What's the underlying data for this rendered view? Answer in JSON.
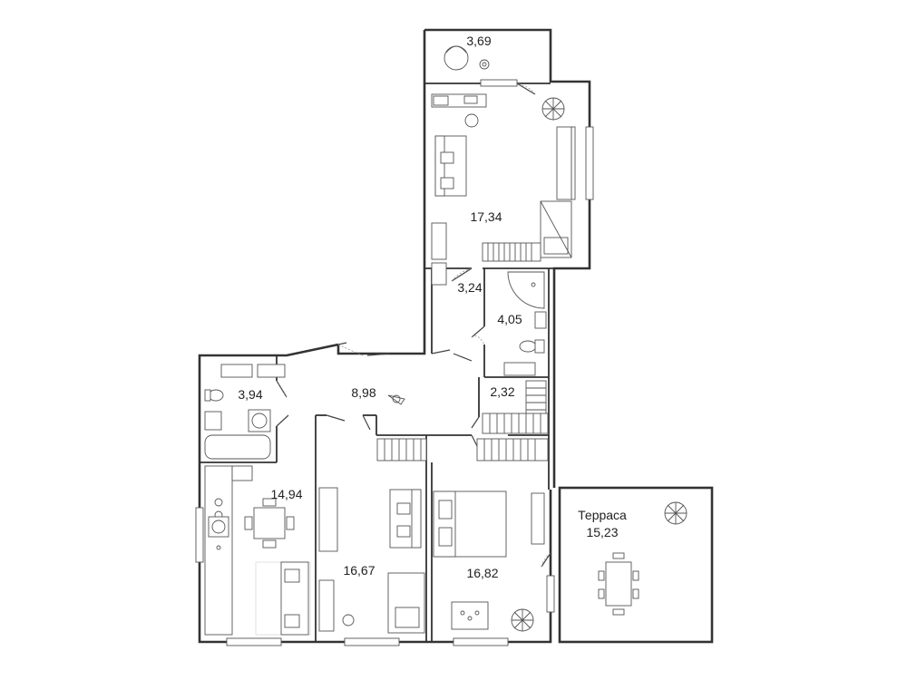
{
  "rooms": {
    "balcony": "3,69",
    "living_room": "17,34",
    "hall_small": "3,24",
    "bathroom_shower": "4,05",
    "wardrobe": "2,32",
    "hallway": "8,98",
    "bathroom_tub": "3,94",
    "kitchen": "14,94",
    "bedroom_left": "16,67",
    "bedroom_right": "16,82",
    "terrace_name": "Терраса",
    "terrace_area": "15,23"
  },
  "colors": {
    "wall": "#333333",
    "furniture_stroke": "#555555",
    "background": "#ffffff"
  }
}
